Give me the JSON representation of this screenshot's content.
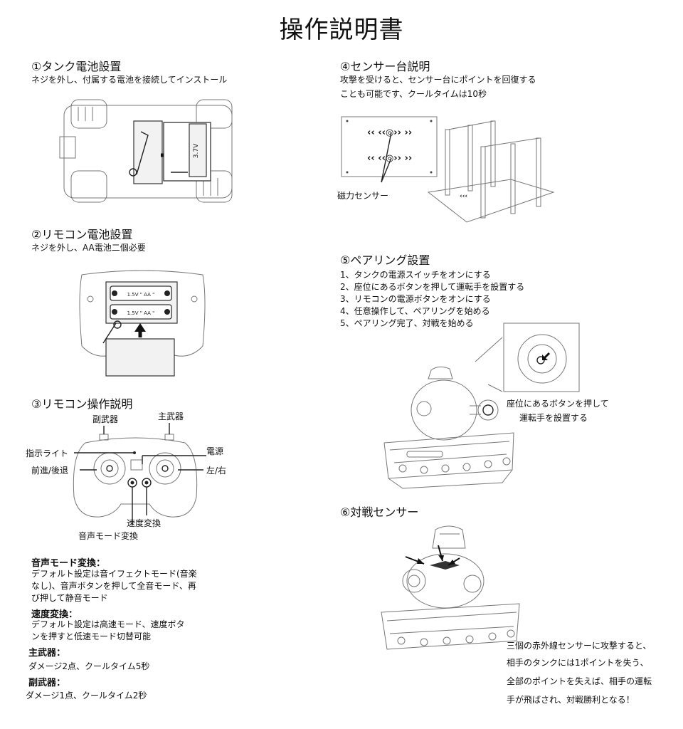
{
  "title": "操作説明書",
  "s1": {
    "heading": "①タンク電池設置",
    "desc": "ネジを外し、付属する電池を接続してインストール",
    "battery_label": "3.7V"
  },
  "s2": {
    "heading": "②リモコン電池設置",
    "desc": "ネジを外し、AA電池二個必要",
    "cell_label": "1.5V \" AA \""
  },
  "s3": {
    "heading": "③リモコン操作説明",
    "labels": {
      "secondary": "副武器",
      "primary": "主武器",
      "indicator": "指示ライト",
      "power": "電源",
      "forward_back": "前進/後退",
      "left_right": "左/右",
      "speed_switch": "速度変換",
      "sound_switch": "音声モード変換"
    }
  },
  "notes": {
    "sound_title": "音声モード変換：",
    "sound_lines": [
      "デフォルト設定は音イフェクトモード(音楽",
      "なし)、音声ボタンを押して全音モード、再",
      "び押して静音モード"
    ],
    "speed_title": "速度変換：",
    "speed_lines": [
      "デフォルト設定は高速モード、速度ボタ",
      "ンを押すと低速モード切替可能"
    ],
    "primary_title": "主武器：",
    "primary_line": "ダメージ2点、クールタイム5秒",
    "secondary_title": "副武器：",
    "secondary_line": "ダメージ1点、クールタイム2秒"
  },
  "s4": {
    "heading": "④センサー台説明",
    "lines": [
      "攻撃を受けると、センサー台にポイントを回復する",
      "ことも可能です、クールタイムは10秒"
    ],
    "sensor_label": "磁力センサー"
  },
  "s5": {
    "heading": "⑤ペアリング設置",
    "steps": [
      "1、タンクの電源スイッチをオンにする",
      "2、座位にあるボタンを押して運転手を設置する",
      "3、リモコンの電源ボタンをオンにする",
      "4、任意操作して、ペアリングを始める",
      "5、ペアリング完了、対戦を始める"
    ],
    "callout_lines": [
      "座位にあるボタンを押して",
      "運転手を設置する"
    ]
  },
  "s6": {
    "heading": "⑥対戦センサー",
    "lines": [
      "三個の赤外線センサーに攻撃すると、",
      "相手のタンクには1ポイントを失う、",
      "全部のポイントを失えば、相手の運転",
      "手が飛ばされ、対戦勝利となる！"
    ]
  }
}
